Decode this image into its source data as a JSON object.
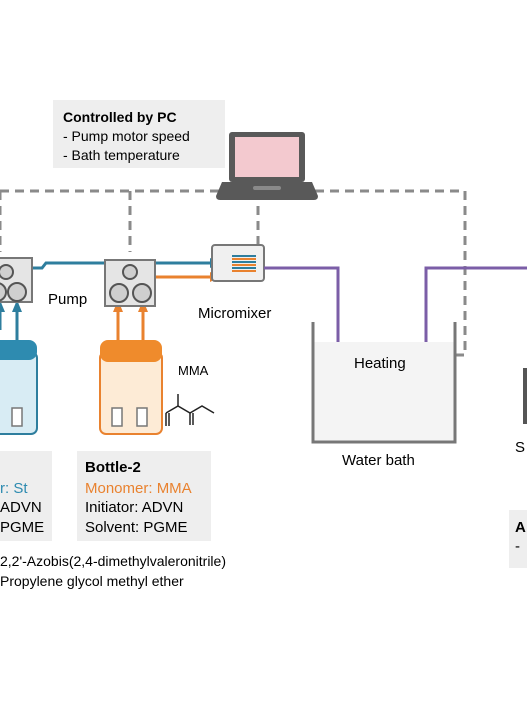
{
  "pc_box": {
    "title": "Controlled by PC",
    "line1": "- Pump motor speed",
    "line2": "- Bath temperature"
  },
  "labels": {
    "pump": "Pump",
    "micromixer": "Micromixer",
    "heating": "Heating",
    "water_bath": "Water bath",
    "mma_structure": "MMA",
    "right_partial_s": "S",
    "right_partial_a": "A",
    "right_partial_dash": "-"
  },
  "bottle1_box": {
    "monomer_partial": "r: St",
    "initiator_partial": "ADVN",
    "solvent_partial": "PGME"
  },
  "bottle2_box": {
    "title": "Bottle-2",
    "monomer": "Monomer: MMA",
    "initiator": "Initiator: ADVN",
    "solvent": "Solvent: PGME"
  },
  "footnotes": {
    "advn": "2,2'-Azobis(2,4-dimethylvaleronitrile)",
    "pgme": "Propylene glycol methyl ether"
  },
  "colors": {
    "teal": "#2e7e9e",
    "orange": "#e9822f",
    "purple": "#7b5ea7",
    "gray_dash": "#8a8a8a",
    "box_fill": "#eeeeee",
    "laptop_screen": "#f3c9cf"
  }
}
